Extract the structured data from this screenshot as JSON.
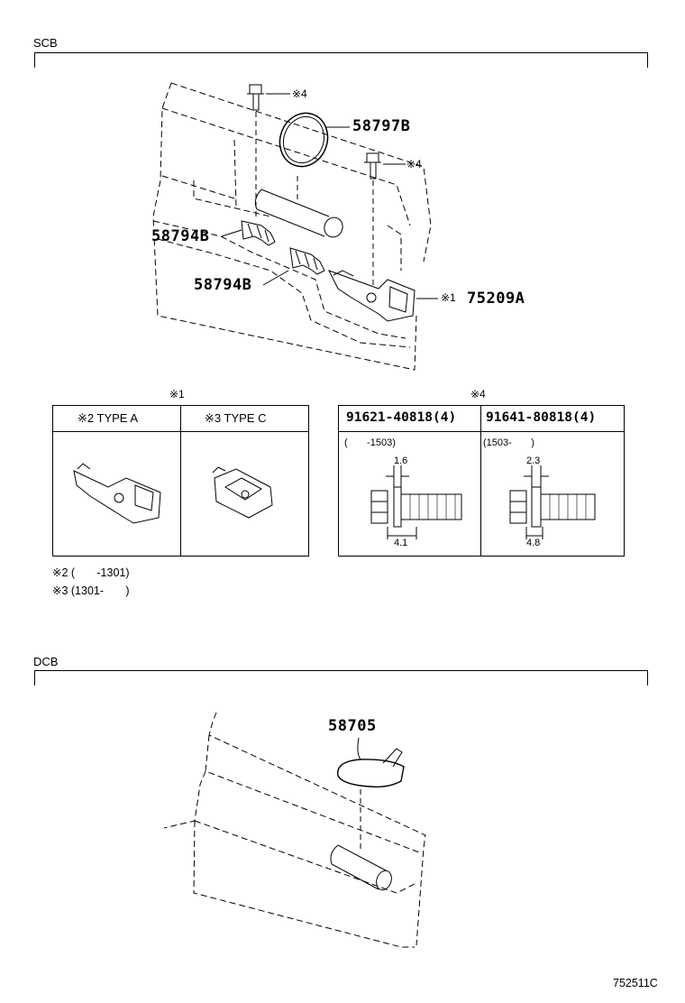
{
  "scb": {
    "label": "SCB",
    "callouts": {
      "bolt_top": "※4",
      "bolt_right": "※4",
      "gasket": "58797B",
      "clip_upper": "58794B",
      "clip_lower": "58794B",
      "bracket_mark": "※1",
      "bracket": "75209A"
    },
    "table1": {
      "title": "※1",
      "col1": "※2  TYPE A",
      "col2": "※3  TYPE C"
    },
    "table2": {
      "title": "※4",
      "col1": "91621-40818(4)",
      "col2": "91641-80818(4)",
      "col1_note": "(       -1503)",
      "col2_note": "(1503-       )",
      "col1_dim_top": "1.6",
      "col1_dim_bottom": "4.1",
      "col2_dim_top": "2.3",
      "col2_dim_bottom": "4.8"
    },
    "notes": [
      "※2 (       -1301)",
      "※3 (1301-       )"
    ]
  },
  "dcb": {
    "label": "DCB",
    "callout": "58705"
  },
  "illustration_id": "752511C"
}
